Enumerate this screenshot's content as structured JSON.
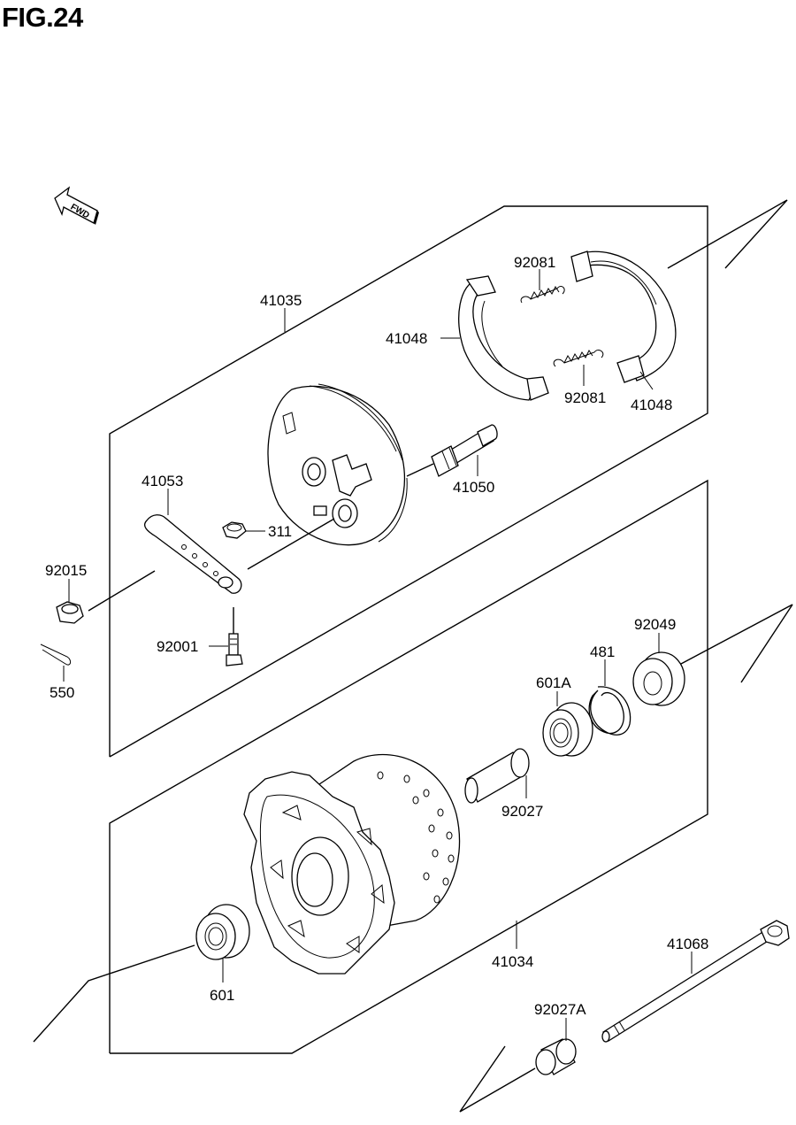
{
  "figure": {
    "title": "FIG.24",
    "fwd_label": "FWD"
  },
  "parts": {
    "p41035": "41035",
    "p92081_top": "92081",
    "p41048_left": "41048",
    "p92081_bottom": "92081",
    "p41048_right": "41048",
    "p41050": "41050",
    "p41053": "41053",
    "p311": "311",
    "p92015": "92015",
    "p92001": "92001",
    "p550": "550",
    "p92049": "92049",
    "p481": "481",
    "p601A": "601A",
    "p92027": "92027",
    "p41034": "41034",
    "p41068": "41068",
    "p601": "601",
    "p92027A": "92027A"
  }
}
